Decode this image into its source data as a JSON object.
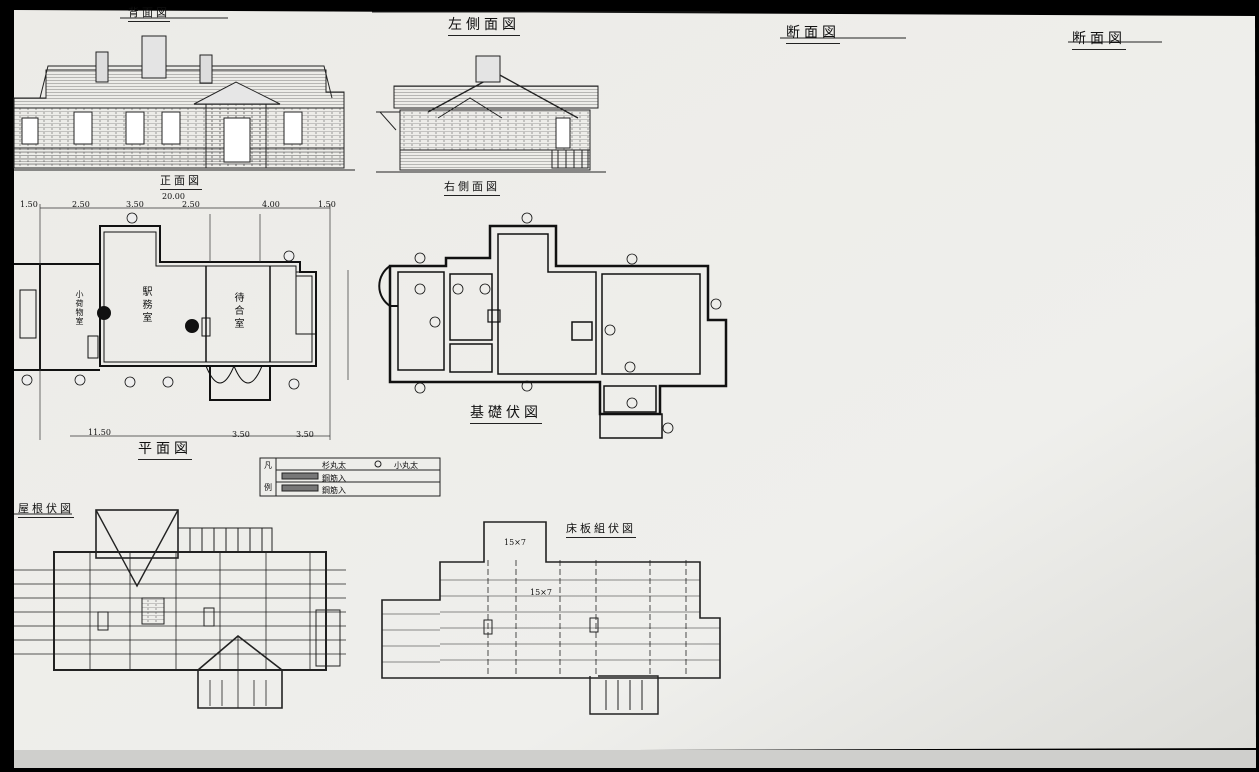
{
  "drawing": {
    "title_top_left": "背面図",
    "title_top_left_side": "左側面図",
    "title_section_1": "断面図",
    "title_section_2": "断面図",
    "title_front": "正面図",
    "title_right_side": "右側面図",
    "title_plan": "平面図",
    "title_foundation": "基礎伏図",
    "title_roof": "屋根伏図",
    "title_floor_framing": "床板組伏図",
    "room_waiting": "待合室",
    "room_office": "駅務室",
    "room_west": "小荷物室",
    "dim_total": "20.00",
    "dim_depth": "11.50",
    "dim_segments": [
      "1.50",
      "2.50",
      "3.50",
      "2.50",
      "4.00",
      "1.50"
    ],
    "dim_bottom": [
      "3.50",
      "3.50"
    ],
    "legend_head_1": "凡",
    "legend_head_2": "例",
    "legend_items": [
      "杉丸太",
      "小丸太",
      "鋼筋入",
      "鋼筋入"
    ],
    "frame_note_1": "15×7",
    "frame_note_2": "15×7"
  }
}
